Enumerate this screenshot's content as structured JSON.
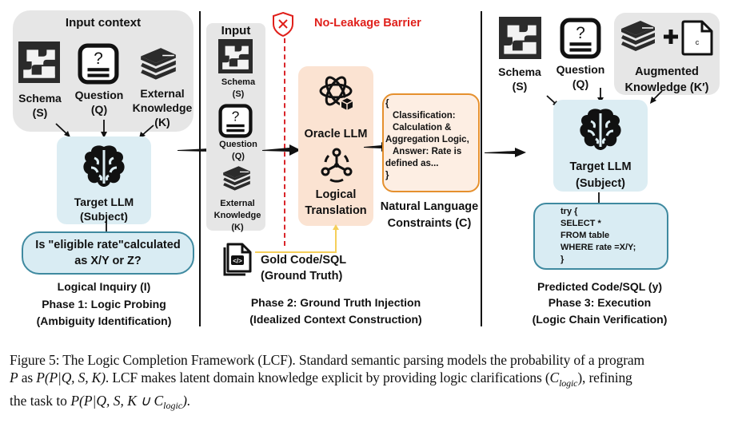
{
  "phase1": {
    "input_context_title": "Input context",
    "inputs": [
      {
        "icon": "schema-icon",
        "label": "Schema",
        "symbol": "(S)"
      },
      {
        "icon": "question-icon",
        "label": "Question",
        "symbol": "(Q)"
      },
      {
        "icon": "books-icon",
        "label_line1": "External",
        "label_line2": "Knowledge",
        "symbol": "(K)"
      }
    ],
    "target_llm": {
      "icon": "brain-icon",
      "label": "Target LLM",
      "sublabel": "(Subject)"
    },
    "inquiry_text_line1": "Is \"eligible rate\"calculated",
    "inquiry_text_line2": "as X/Y or Z?",
    "inquiry_label": "Logical Inquiry (I)",
    "phase_title": "Phase 1: Logic Probing",
    "phase_subtitle": "(Ambiguity Identification)"
  },
  "phase2": {
    "barrier_icon": "shield-x-icon",
    "barrier_label": "No-Leakage Barrier",
    "barrier_color": "#e0201b",
    "input_title": "Input",
    "inputs": [
      {
        "icon": "schema-icon",
        "label": "Schema",
        "symbol": "(S)"
      },
      {
        "icon": "question-icon",
        "label": "Question",
        "symbol": "(Q)"
      },
      {
        "icon": "books-icon",
        "label_line1": "External",
        "label_line2": "Knowledge",
        "symbol": "(K)"
      }
    ],
    "oracle": {
      "icon": "atom-cube-icon",
      "label": "Oracle LLM"
    },
    "translation": {
      "icon": "network-icon",
      "label_line1": "Logical",
      "label_line2": "Translation"
    },
    "constraints_box": {
      "open": "{",
      "lines": [
        "Classification:",
        "Calculation &",
        "Aggregation Logic,",
        "Answer: Rate is",
        "defined as..."
      ],
      "close": "}"
    },
    "constraints_label_line1": "Natural Language",
    "constraints_label_line2": "Constraints (C)",
    "gold": {
      "icon": "code-file-icon",
      "label_line1": "Gold Code/SQL",
      "label_line2": "(Ground Truth)"
    },
    "phase_title": "Phase 2: Ground Truth Injection",
    "phase_subtitle": "(Idealized Context Construction)"
  },
  "phase3": {
    "inputs": [
      {
        "icon": "schema-icon",
        "label": "Schema",
        "symbol": "(S)"
      },
      {
        "icon": "question-icon",
        "label": "Question",
        "symbol": "(Q)"
      },
      {
        "icon": "books-plus-file-icon",
        "label_line1": "Augmented",
        "label_line2": "Knowledge (K′)",
        "file_letter": "c"
      }
    ],
    "target_llm": {
      "icon": "brain-icon",
      "label": "Target LLM",
      "sublabel": "(Subject)"
    },
    "code_lines": [
      "try {",
      "SELECT *",
      "FROM table",
      "WHERE rate =X/Y;",
      "}"
    ],
    "predicted_label": "Predicted Code/SQL (y)",
    "phase_title": "Phase 3: Execution",
    "phase_subtitle": "(Logic Chain Verification)"
  },
  "caption": {
    "prefix": "Figure 5: The Logic Completion Framework (LCF). Standard semantic parsing models the probability of a program",
    "line2_a": "P",
    "line2_b": " as ",
    "line2_formula": "P(P|Q, S, K)",
    "line2_c": ". LCF makes latent domain knowledge explicit by providing logic clarifications (",
    "line2_clogic": "C",
    "line2_sub": "logic",
    "line2_d": "), refining",
    "line3_a": "the task to ",
    "line3_formula": "P(P|Q, S, K ∪ C",
    "line3_sub": "logic",
    "line3_end": ")."
  }
}
